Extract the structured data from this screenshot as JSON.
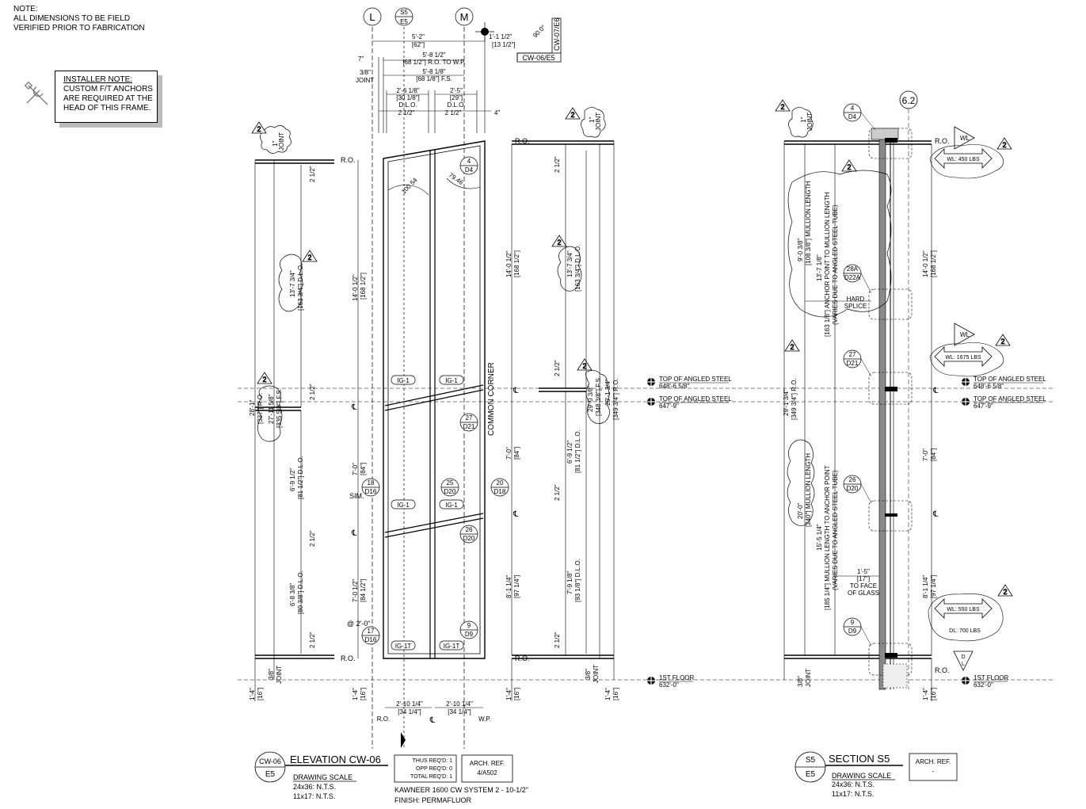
{
  "general_note": [
    "NOTE:",
    "ALL DIMENSIONS TO BE FIELD",
    "VERIFIED PRIOR TO FABRICATION"
  ],
  "installer_note": [
    "INSTALLER NOTE:",
    "CUSTOM F/T ANCHORS",
    "ARE REQUIRED AT THE",
    "HEAD OF THIS FRAME."
  ],
  "gridlines": {
    "left": "L",
    "right": "M",
    "section_ref_top": "S5",
    "section_ref_bot": "E5"
  },
  "corner_ref": {
    "top": "CW-07/E6",
    "bottom": "CW-06/E5",
    "angle": "90.0°"
  },
  "top_dims": [
    {
      "label": "5'-2\"",
      "sub": "[62\"]"
    },
    {
      "label": "1'-1 1/2\"",
      "sub": "[13 1/2\"]"
    },
    {
      "label": "7\""
    },
    {
      "label": "5'-8 1/2\"",
      "sub": "[68 1/2\"] R.O. TO W.P."
    },
    {
      "label": "3/8\"",
      "sub": "JOINT"
    },
    {
      "label": "5'-8 1/8\"",
      "sub": "[68 1/8\"] F.S."
    },
    {
      "label": "2'-6 1/8\"",
      "sub": "[30 1/8\"]",
      "sub2": "D.L.O."
    },
    {
      "label": "2'-5\"",
      "sub": "[29\"]",
      "sub2": "D.L.O."
    },
    {
      "label": "2 1/2\""
    },
    {
      "label": "2 1/2\""
    },
    {
      "label": "4\""
    }
  ],
  "elevation": {
    "angles": [
      "100.54",
      "79.46"
    ],
    "glass_tags": [
      "IG-1",
      "IG-1",
      "IG-1",
      "IG-1",
      "IG-1T",
      "IG-1T"
    ],
    "common_corner": "COMMON CORNER",
    "labels": [
      "SIM.",
      "@ 2'-0\""
    ],
    "bottom_dims": [
      {
        "label": "2'-10 1/4\"",
        "sub": "[34 1/4\"]"
      },
      {
        "label": "2'-10 1/4\"",
        "sub": "[34 1/4\"]"
      }
    ],
    "bottom_labels": [
      "R.O.",
      "W.P."
    ],
    "callouts": [
      {
        "num": "4",
        "ref": "D4"
      },
      {
        "num": "27",
        "ref": "D21"
      },
      {
        "num": "18",
        "ref": "D16"
      },
      {
        "num": "25",
        "ref": "D20"
      },
      {
        "num": "20",
        "ref": "D18"
      },
      {
        "num": "26",
        "ref": "D20"
      },
      {
        "num": "17",
        "ref": "D16"
      },
      {
        "num": "9",
        "ref": "D9"
      }
    ]
  },
  "left_dims": {
    "joint_top": "1\"",
    "joint_top2": "JOINT",
    "ro": "R.O.",
    "d1": "2 1/2\"",
    "dlo1": "13'-7 3/4\"",
    "dlo1b": "[163 3/4\"] D.L.O.",
    "overall": "28'-1\"",
    "overall_b": "[337\"] R.O.",
    "fs": "27'-11 5/8\"",
    "fs_b": "[335 5/8\"] F.S.",
    "d2": "2 1/2\"",
    "dlo2": "6'-9 1/2\"",
    "dlo2b": "[81 1/2\"] D.L.O.",
    "d3": "2 1/2\"",
    "dlo3": "6'-8 3/8\"",
    "dlo3b": "[80 3/8\"] D.L.O.",
    "d4": "2 1/2\"",
    "h1": "14'-0 1/2\"",
    "h1b": "[168 1/2\"]",
    "h2": "7'-0\"",
    "h2b": "[84\"]",
    "h3": "7'-0 1/2\"",
    "h3b": "[84 1/2\"]",
    "bot1": "1'-4\"",
    "bot1b": "[16\"]",
    "bot2": "3/8\"",
    "bot2b": "JOINT"
  },
  "right_dims": {
    "ro_top": "R.O.",
    "d1": "2 1/2\"",
    "h1": "14'-0 1/2\"",
    "h1b": "[168 1/2\"]",
    "dlo1": "13'-7 3/4\"",
    "dlo1b": "[163 3/4\"] D.L.O.",
    "overall": "29'-1 3/4\"",
    "overall_b": "[349 3/4\"] R.O.",
    "fs": "29'-0 3/8\"",
    "fs_b": "[348 3/8\"] F.S.",
    "d2": "2 1/2\"",
    "h2": "7'-0\"",
    "h2b": "[84\"]",
    "dlo2": "6'-9 1/2\"",
    "dlo2b": "[81 1/2\"] D.L.O.",
    "d3": "2 1/2\"",
    "h3": "8'-1 1/4\"",
    "h3b": "[97 1/4\"]",
    "dlo3": "7'-9 1/8\"",
    "dlo3b": "[93 1/8\"] D.L.O.",
    "d4": "2 1/2\"",
    "ro_bot": "R.O.",
    "bot1": "1'-4\"",
    "bot1b": "[16\"]",
    "bot2": "3/8\"",
    "bot2b": "JOINT",
    "joint_top": "1\"",
    "joint_top2": "JOINT"
  },
  "levels": [
    {
      "name": "TOP OF ANGLED STEEL",
      "elev": "648'-6 5/8\""
    },
    {
      "name": "TOP OF ANGLED STEEL",
      "elev": "647'-9\""
    },
    {
      "name": "1ST FLOOR",
      "elev": "632'-0\""
    }
  ],
  "section": {
    "grid": "6.2",
    "callouts": [
      {
        "num": "4",
        "ref": "D4"
      },
      {
        "num": "28A",
        "ref": "D22A"
      },
      {
        "num": "27",
        "ref": "D21"
      },
      {
        "num": "26",
        "ref": "D20"
      },
      {
        "num": "9",
        "ref": "D9"
      }
    ],
    "loads": [
      {
        "tag": "WL",
        "text": "WL: 450 LBS"
      },
      {
        "tag": "WL",
        "text": "WL: 1675 LBS"
      },
      {
        "tag": "",
        "text": "WL: 550 LBS"
      },
      {
        "tag": "",
        "text": "DL: 700 LBS"
      }
    ],
    "dl_tag": [
      "D",
      "L"
    ],
    "mullion_upper": [
      "9'-0 3/8\"",
      "[108 3/8\"] MULLION LENGTH"
    ],
    "anchor_upper": [
      "13'-7 1/8\"",
      "[163 1/8\"] ANCHOR POINT TO MULLION LENGTH",
      "(VARIES DUE TO ANGLED STEEL TUBE)"
    ],
    "hard_splice": [
      "HARD",
      "SPLICE"
    ],
    "overall": [
      "29'-1 3/4\"",
      "[349 3/4\"] R.O."
    ],
    "mullion_lower": [
      "20'-0\"",
      "[240\"] MULLION LENGTH"
    ],
    "anchor_lower": [
      "15'-5 1/4\"",
      "[185 1/4\"] MULLION LENGTH TO ANCHOR POINT",
      "(VARIES DUE TO ANGLED STEEL TUBE)"
    ],
    "face_of_glass": [
      "1'-5\"",
      "[17\"]",
      "TO FACE",
      "OF GLASS"
    ],
    "right_dims": [
      {
        "a": "14'-0 1/2\"",
        "b": "[168 1/2\"]"
      },
      {
        "a": "7'-0\"",
        "b": "[84\"]"
      },
      {
        "a": "8'-1 1/4\"",
        "b": "[97 1/4\"]"
      },
      {
        "a": "1'-4\"",
        "b": "[16\"]"
      }
    ],
    "bottom_left": [
      "3/8\"",
      "JOINT"
    ],
    "joint_top": [
      "1\"",
      "JOINT"
    ],
    "ro": "R.O."
  },
  "revision": "2",
  "centerline": "℄",
  "title_block_left": {
    "tag_top": "CW-06",
    "tag_bot": "E5",
    "title": "ELEVATION CW-06",
    "scale_label": "DRAWING SCALE",
    "scale1": "24x36: N.T.S.",
    "scale2": "11x17: N.T.S.",
    "qty": [
      "THUS REQ'D:   1",
      "OPP REQ'D:   0",
      "TOTAL REQ'D:   1"
    ],
    "arch_ref": "ARCH. REF.",
    "arch_ref_val": "4/A502",
    "system": "KAWNEER 1600 CW SYSTEM 2 - 10-1/2\"",
    "finish": "FINISH: PERMAFLUOR"
  },
  "title_block_right": {
    "tag_top": "S5",
    "tag_bot": "E5",
    "title": "SECTION S5",
    "scale_label": "DRAWING SCALE",
    "scale1": "24x36: N.T.S.",
    "scale2": "11x17: N.T.S.",
    "arch_ref": "ARCH. REF.",
    "arch_ref_val": "-"
  }
}
